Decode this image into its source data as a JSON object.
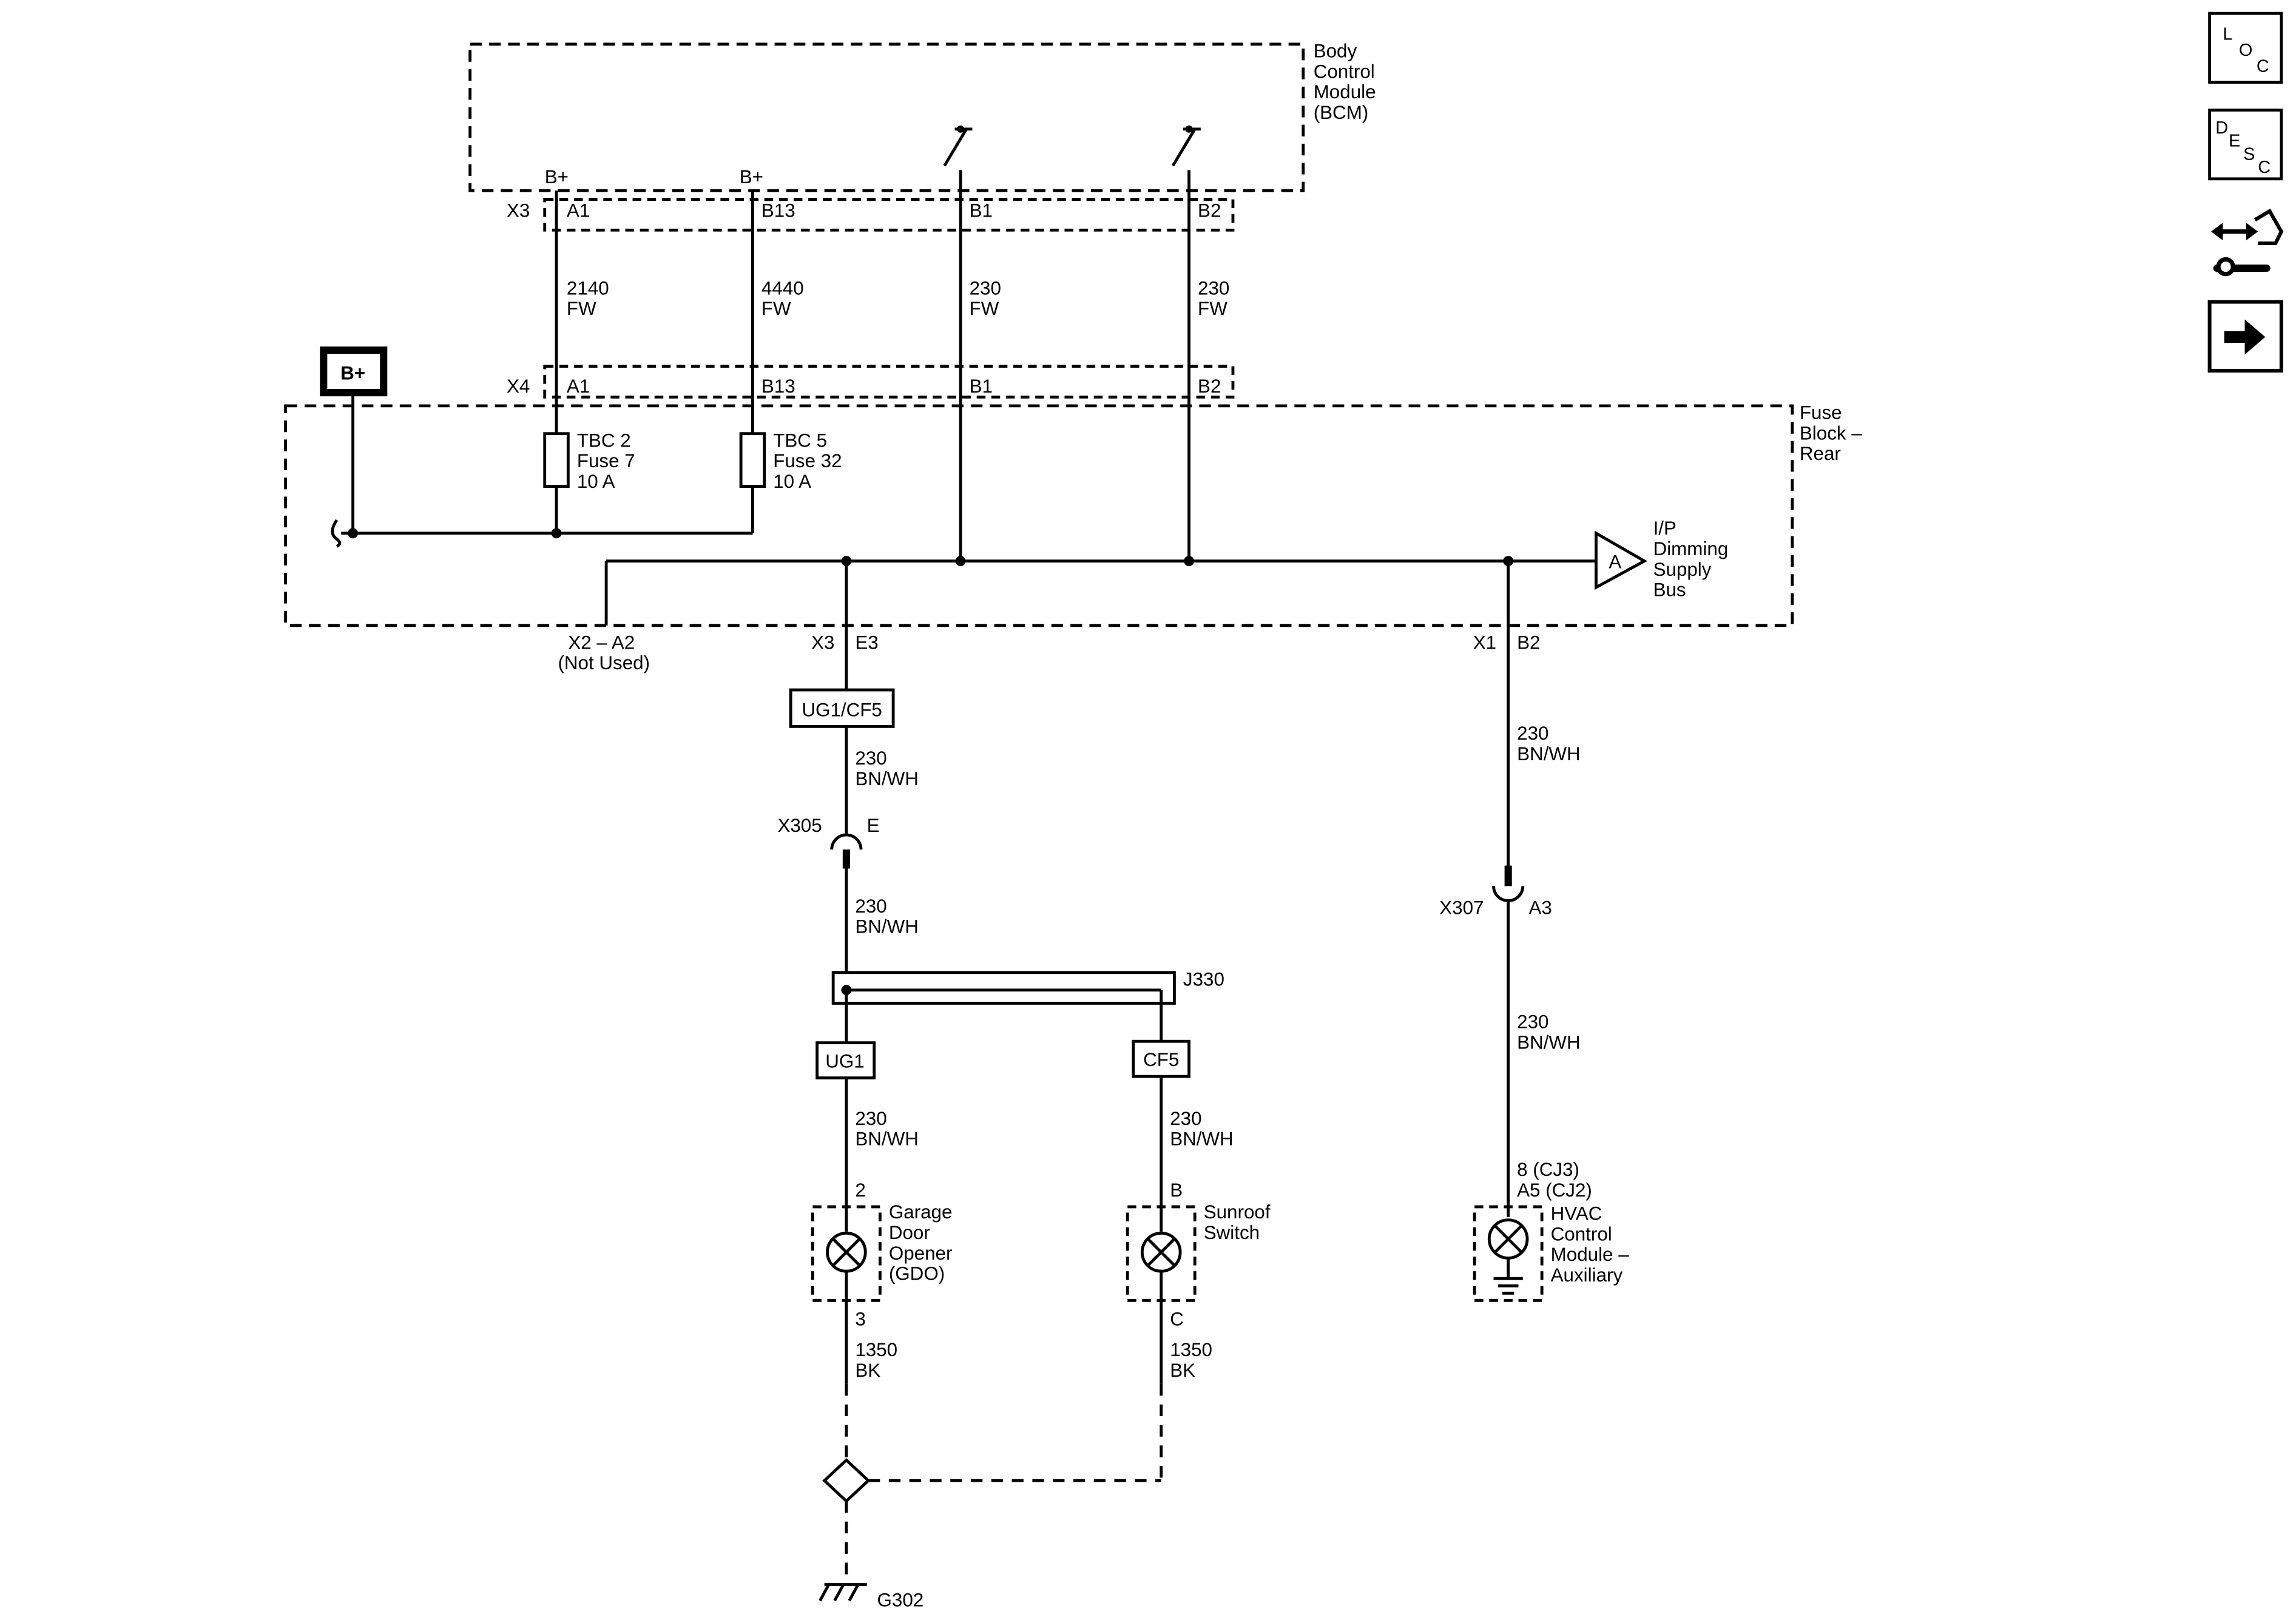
{
  "bcm": {
    "name_lines": [
      "Body",
      "Control",
      "Module",
      "(BCM)"
    ]
  },
  "fuse_block": {
    "name_lines": [
      "Fuse",
      "Block –",
      "Rear"
    ]
  },
  "b_plus_box": "B+",
  "bcm_pins": {
    "conn_x3": "X3",
    "bplus_a": "B+",
    "bplus_b": "B+",
    "a1": "A1",
    "b13": "B13",
    "b1": "B1",
    "b2": "B2"
  },
  "fuse_pins": {
    "conn_x4": "X4",
    "a1": "A1",
    "b13": "B13",
    "b1": "B1",
    "b2": "B2"
  },
  "wires": {
    "w2140": [
      "2140",
      "FW"
    ],
    "w4440": [
      "4440",
      "FW"
    ],
    "w230_b1": [
      "230",
      "FW"
    ],
    "w230_b2": [
      "230",
      "FW"
    ],
    "w230_e3": [
      "230",
      "BN/WH"
    ],
    "w230_x305": [
      "230",
      "BN/WH"
    ],
    "w230_b2r": [
      "230",
      "BN/WH"
    ],
    "w230_x307": [
      "230",
      "BN/WH"
    ],
    "w230_ug1": [
      "230",
      "BN/WH"
    ],
    "w230_cf5": [
      "230",
      "BN/WH"
    ],
    "w1350_gdo": [
      "1350",
      "BK"
    ],
    "w1350_sun": [
      "1350",
      "BK"
    ]
  },
  "fuses": {
    "tbc2": [
      "TBC 2",
      "Fuse 7",
      "10 A"
    ],
    "tbc5": [
      "TBC 5",
      "Fuse 32",
      "10 A"
    ]
  },
  "bus": {
    "marker": "A",
    "name_lines": [
      "I/P",
      "Dimming",
      "Supply",
      "Bus"
    ]
  },
  "connectors": {
    "x2_a2": "X2 – A2",
    "not_used": "(Not Used)",
    "x3": "X3",
    "e3": "E3",
    "x1": "X1",
    "b2": "B2",
    "x305": "X305",
    "e": "E",
    "x307": "X307",
    "a3": "A3"
  },
  "splices": {
    "ug1_cf5": "UG1/CF5",
    "j330": "J330",
    "ug1": "UG1",
    "cf5": "CF5"
  },
  "gdo": {
    "pin_top": "2",
    "pin_bottom": "3",
    "name_lines": [
      "Garage",
      "Door",
      "Opener",
      "(GDO)"
    ]
  },
  "sunroof": {
    "pin_top": "B",
    "pin_bottom": "C",
    "name_lines": [
      "Sunroof",
      "Switch"
    ]
  },
  "hvac": {
    "pins": [
      "8 (CJ3)",
      "A5 (CJ2)"
    ],
    "name_lines": [
      "HVAC",
      "Control",
      "Module –",
      "Auxiliary"
    ]
  },
  "ground": {
    "label": "G302"
  },
  "side_buttons": {
    "loc": [
      "L",
      "O",
      "C"
    ],
    "desc": [
      "D",
      "E",
      "S",
      "C"
    ]
  }
}
